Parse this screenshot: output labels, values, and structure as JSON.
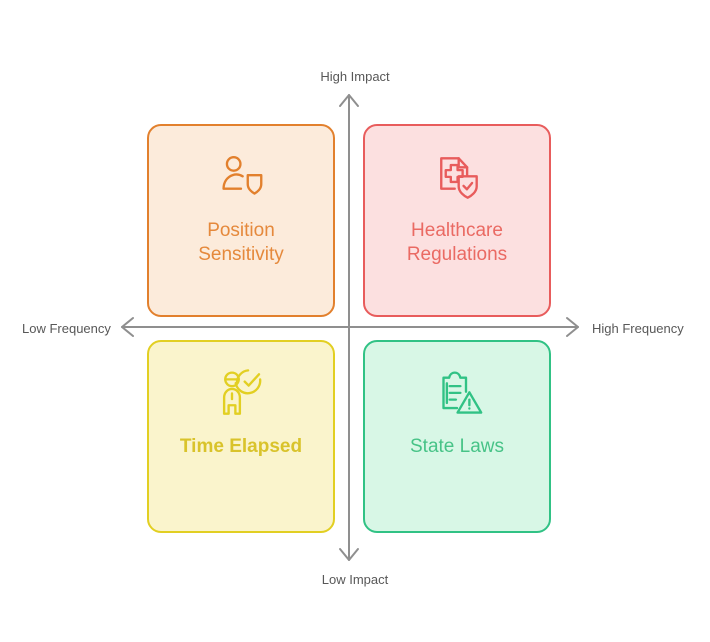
{
  "diagram": {
    "type": "2x2-quadrant-matrix",
    "axes": {
      "vertical": {
        "top_label": "High Impact",
        "bottom_label": "Low Impact",
        "line_color": "#8f8f8f"
      },
      "horizontal": {
        "left_label": "Low Frequency",
        "right_label": "High Frequency",
        "line_color": "#8f8f8f"
      }
    },
    "quadrants": [
      {
        "id": "top-left",
        "title": "Position Sensitivity",
        "title_line1": "Position",
        "title_line2": "Sensitivity",
        "icon": "person-shield-icon",
        "position": "high-impact-low-frequency",
        "border_color": "#E2802D",
        "fill_color": "#FCEBDB",
        "text_color": "#E5893C"
      },
      {
        "id": "top-right",
        "title": "Healthcare Regulations",
        "title_line1": "Healthcare",
        "title_line2": "Regulations",
        "icon": "medical-document-shield-check-icon",
        "position": "high-impact-high-frequency",
        "border_color": "#E85C5C",
        "fill_color": "#FCE0E0",
        "text_color": "#EA6A63"
      },
      {
        "id": "bottom-left",
        "title": "Time Elapsed",
        "title_line1": "Time Elapsed",
        "title_line2": "",
        "icon": "worker-check-icon",
        "position": "low-impact-low-frequency",
        "border_color": "#E2CF22",
        "fill_color": "#FAF4CC",
        "text_color": "#D9C32B"
      },
      {
        "id": "bottom-right",
        "title": "State Laws",
        "title_line1": "State Laws",
        "title_line2": "",
        "icon": "clipboard-warning-icon",
        "position": "low-impact-high-frequency",
        "border_color": "#31C285",
        "fill_color": "#D8F7E6",
        "text_color": "#47C387"
      }
    ]
  }
}
